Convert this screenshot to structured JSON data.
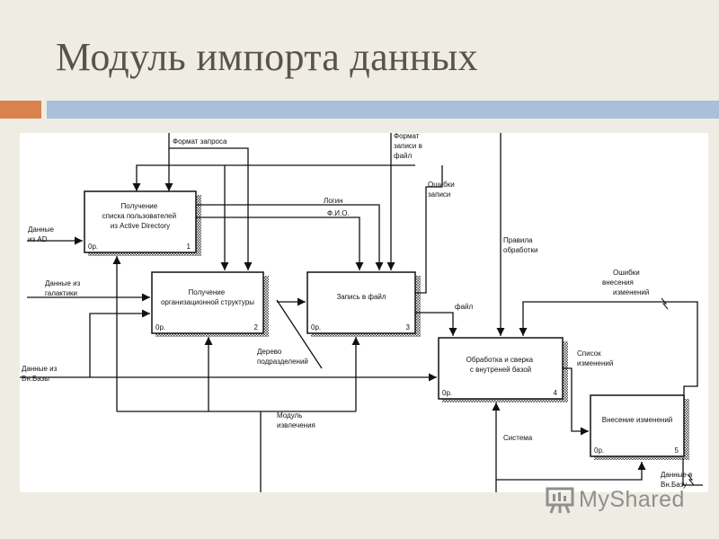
{
  "slide": {
    "title": "Модуль импорта данных"
  },
  "boxes": [
    {
      "id": "b1",
      "lines": [
        "Получение",
        "списка пользователей",
        "из Active Directory"
      ],
      "cost": "0р.",
      "num": "1"
    },
    {
      "id": "b2",
      "lines": [
        "Получение",
        "организационной структуры"
      ],
      "cost": "0р.",
      "num": "2"
    },
    {
      "id": "b3",
      "lines": [
        "Запись в файл"
      ],
      "cost": "0р.",
      "num": "3"
    },
    {
      "id": "b4",
      "lines": [
        "Обработка и сверка",
        "с внутреней базой"
      ],
      "cost": "0р.",
      "num": "4"
    },
    {
      "id": "b5",
      "lines": [
        "Внесение изменений"
      ],
      "cost": "0р.",
      "num": "5"
    }
  ],
  "labels": {
    "format_request": "Формат запроса",
    "format_write": [
      "Формат",
      "записи в",
      "файл"
    ],
    "write_errors": [
      "Ошибки",
      "записи"
    ],
    "login": "Логин",
    "fio": "Ф.И.О.",
    "data_ad": [
      "Данные",
      "из AD"
    ],
    "data_galaxy": [
      "Данные из",
      "галактики"
    ],
    "data_vnbase": [
      "Данные из",
      "Вн.Базы"
    ],
    "processing_rules": [
      "Правила",
      "обработки"
    ],
    "change_errors": [
      "Ошибки",
      "внесения",
      "изменений"
    ],
    "file": "файл",
    "dept_tree": [
      "Дерево",
      "подразделений"
    ],
    "change_list": [
      "Список",
      "изменений"
    ],
    "extraction_module": [
      "Модуль",
      "извлечения"
    ],
    "system": "Система",
    "data_to_vnbase": [
      "Данные в",
      "Вн.Базу"
    ]
  },
  "logo": {
    "text": "MyShared",
    "icon": "presentation-board-icon"
  },
  "colors": {
    "orange": "#d9824c",
    "blue": "#a8c0d8",
    "title": "#5b524a",
    "logo": "#8f8f8f"
  }
}
